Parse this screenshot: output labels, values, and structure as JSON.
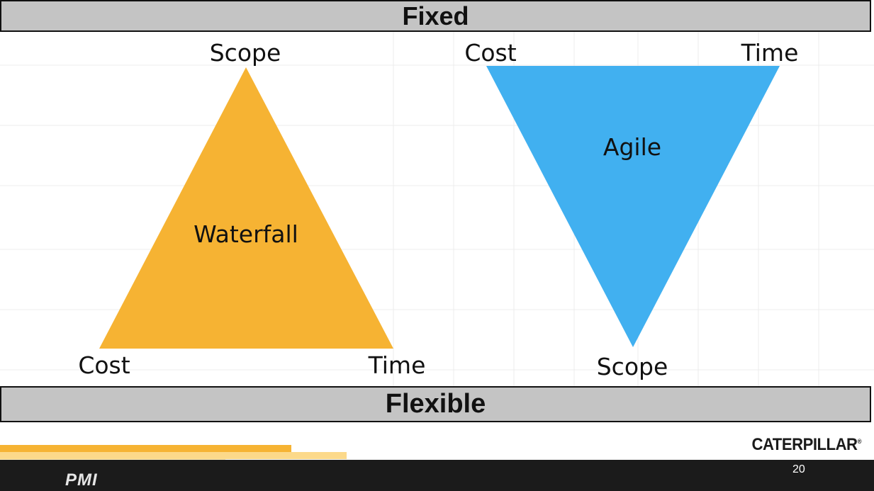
{
  "bands": {
    "top_label": "Fixed",
    "bottom_label": "Flexible"
  },
  "waterfall": {
    "name": "Waterfall",
    "apex_label": "Scope",
    "bottom_left_label": "Cost",
    "bottom_right_label": "Time",
    "color": "#f6b333"
  },
  "agile": {
    "name": "Agile",
    "top_left_label": "Cost",
    "top_right_label": "Time",
    "apex_label": "Scope",
    "color": "#41b0f0"
  },
  "footer": {
    "brand_logo": "CATERPILLAR",
    "brand_mark": "®",
    "page_number": "20",
    "org_logo": "PMI"
  },
  "colors": {
    "band_fill": "#c4c4c4",
    "footer_dark": "#1b1b1b",
    "stripe_orange": "#f6b333",
    "stripe_light": "#fcd98a",
    "stripe_pale": "#fde9b8"
  }
}
